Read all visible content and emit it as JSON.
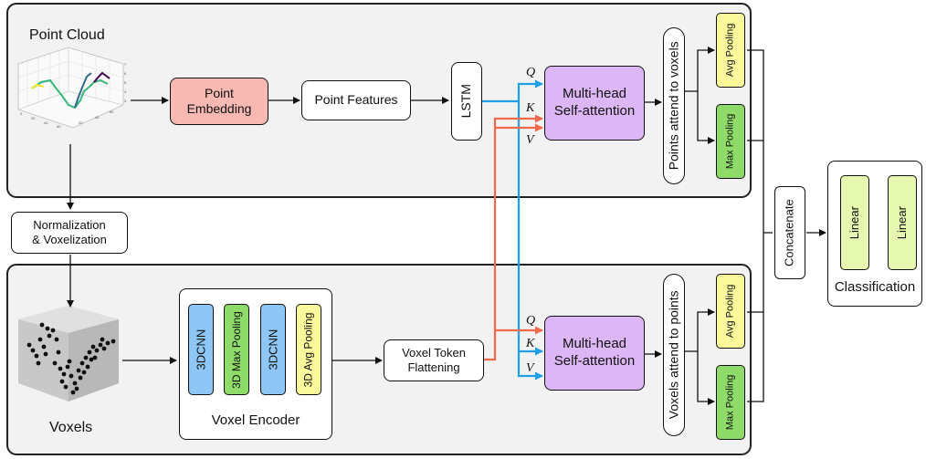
{
  "panels": {
    "point_cloud": "Point Cloud",
    "voxels": "Voxels"
  },
  "blocks": {
    "point_embedding": "Point\nEmbedding",
    "point_features": "Point Features",
    "lstm": "LSTM",
    "mhsa_top": "Multi-head\nSelf-attention",
    "points_attend": "Points attend to voxels",
    "avg_pool_top": "Avg Pooling",
    "max_pool_top": "Max Pooling",
    "normalization": "Normalization\n& Voxelization",
    "cnn1": "3DCNN",
    "maxpool3d": "3D Max Pooling",
    "cnn2": "3DCNN",
    "avgpool3d": "3D Avg Pooling",
    "voxel_encoder": "Voxel Encoder",
    "voxel_flatten": "Voxel Token\nFlattening",
    "mhsa_bottom": "Multi-head\nSelf-attention",
    "voxels_attend": "Voxels attend to points",
    "avg_pool_bottom": "Avg Pooling",
    "max_pool_bottom": "Max Pooling",
    "concatenate": "Concatenate",
    "linear1": "Linear",
    "linear2": "Linear",
    "classification": "Classification"
  },
  "qkv": {
    "q": "Q",
    "k": "K",
    "v": "V"
  },
  "colors": {
    "embedding": "#f7b9b2",
    "attention": "#dcb6f5",
    "cnn": "#8ec7f5",
    "maxpool": "#8fdb6a",
    "avgpool": "#fafa9c",
    "linear": "#e6f8b0",
    "query_arrow": "#1fa0e6",
    "kv_arrow": "#f06a4e"
  }
}
